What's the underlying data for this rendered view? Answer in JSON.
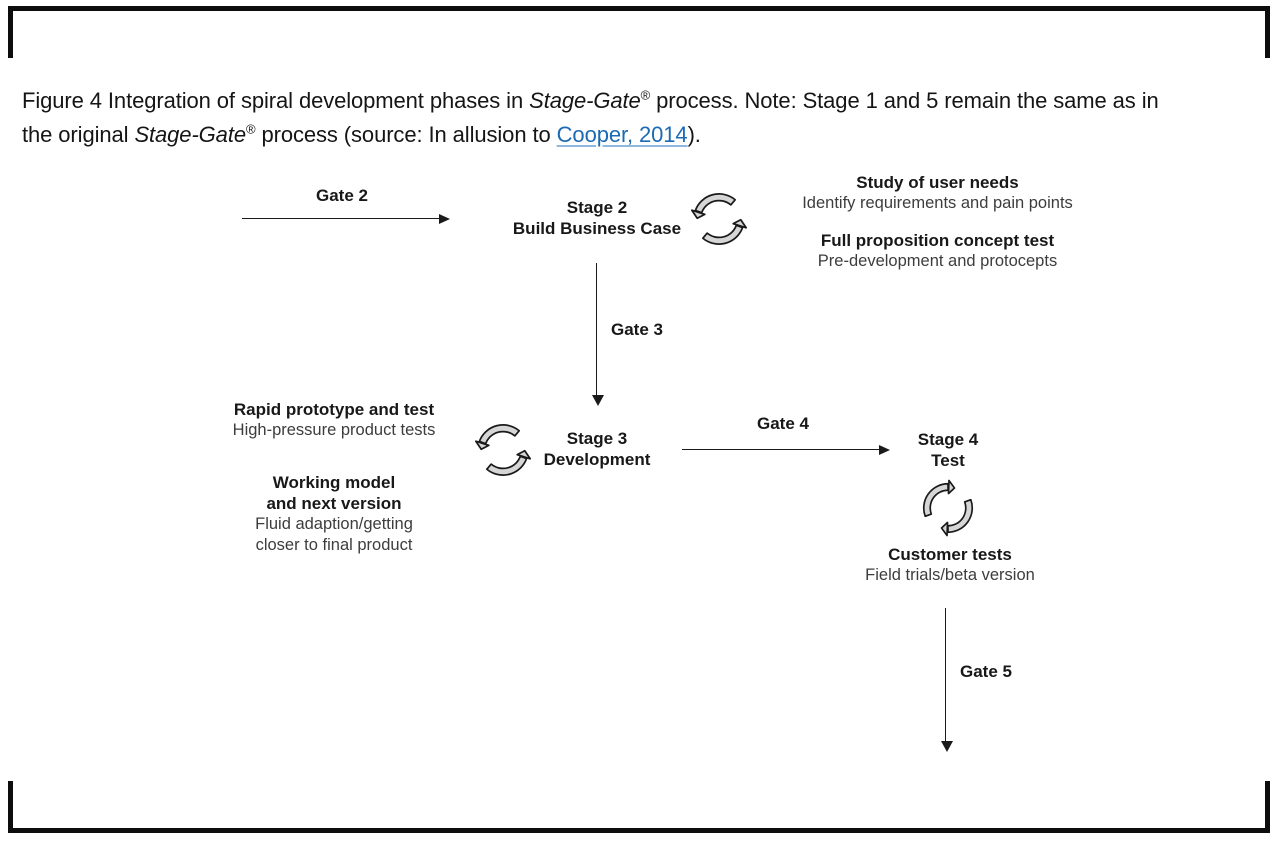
{
  "colors": {
    "background": "#ffffff",
    "frame": "#0d0d0d",
    "heading_text": "#181818",
    "detail_text": "#3d3d3d",
    "link": "#1b6ab3",
    "cycle_icon_fill": "#d6d6d6",
    "cycle_icon_stroke": "#1a1a1a"
  },
  "caption": {
    "line1": {
      "p1": "Figure 4 Integration of spiral development phases in ",
      "brand": "Stage-Gate",
      "mark": "®",
      "p2": " process. Note: Stage 1 and 5 remain the same as in"
    },
    "line2": {
      "p1": "the original ",
      "brand": "Stage-Gate",
      "mark": "®",
      "p2": " process (source: In allusion to ",
      "link": "Cooper, 2014",
      "p3": ")."
    }
  },
  "diagram": {
    "gate2": {
      "label": "Gate 2"
    },
    "stage2": {
      "title_line1": "Stage 2",
      "title_line2": "Build Business Case",
      "notes": {
        "heading1": "Study of user needs",
        "detail1": "Identify requirements and pain points",
        "heading2": "Full proposition concept test",
        "detail2": "Pre-development and protocepts"
      }
    },
    "gate3": {
      "label": "Gate 3"
    },
    "stage3": {
      "title_line1": "Stage 3",
      "title_line2": "Development",
      "notes": {
        "heading1": "Rapid prototype and test",
        "detail1": "High-pressure product tests",
        "heading2_line1": "Working model",
        "heading2_line2": "and next version",
        "detail2_line1": "Fluid adaption/getting",
        "detail2_line2": "closer to final product"
      }
    },
    "gate4": {
      "label": "Gate 4"
    },
    "stage4": {
      "title_line1": "Stage 4",
      "title_line2": "Test",
      "notes": {
        "heading1": "Customer tests",
        "detail1": "Field trials/beta version"
      }
    },
    "gate5": {
      "label": "Gate 5"
    },
    "icons": [
      {
        "name": "cycle-arrows-icon",
        "meaning": "spiral / iterative loop",
        "direction": "counterclockwise"
      },
      {
        "name": "cycle-arrows-icon",
        "meaning": "spiral / iterative loop",
        "direction": "counterclockwise"
      },
      {
        "name": "cycle-arrows-icon",
        "meaning": "spiral / iterative loop",
        "direction": "clockwise"
      }
    ]
  }
}
